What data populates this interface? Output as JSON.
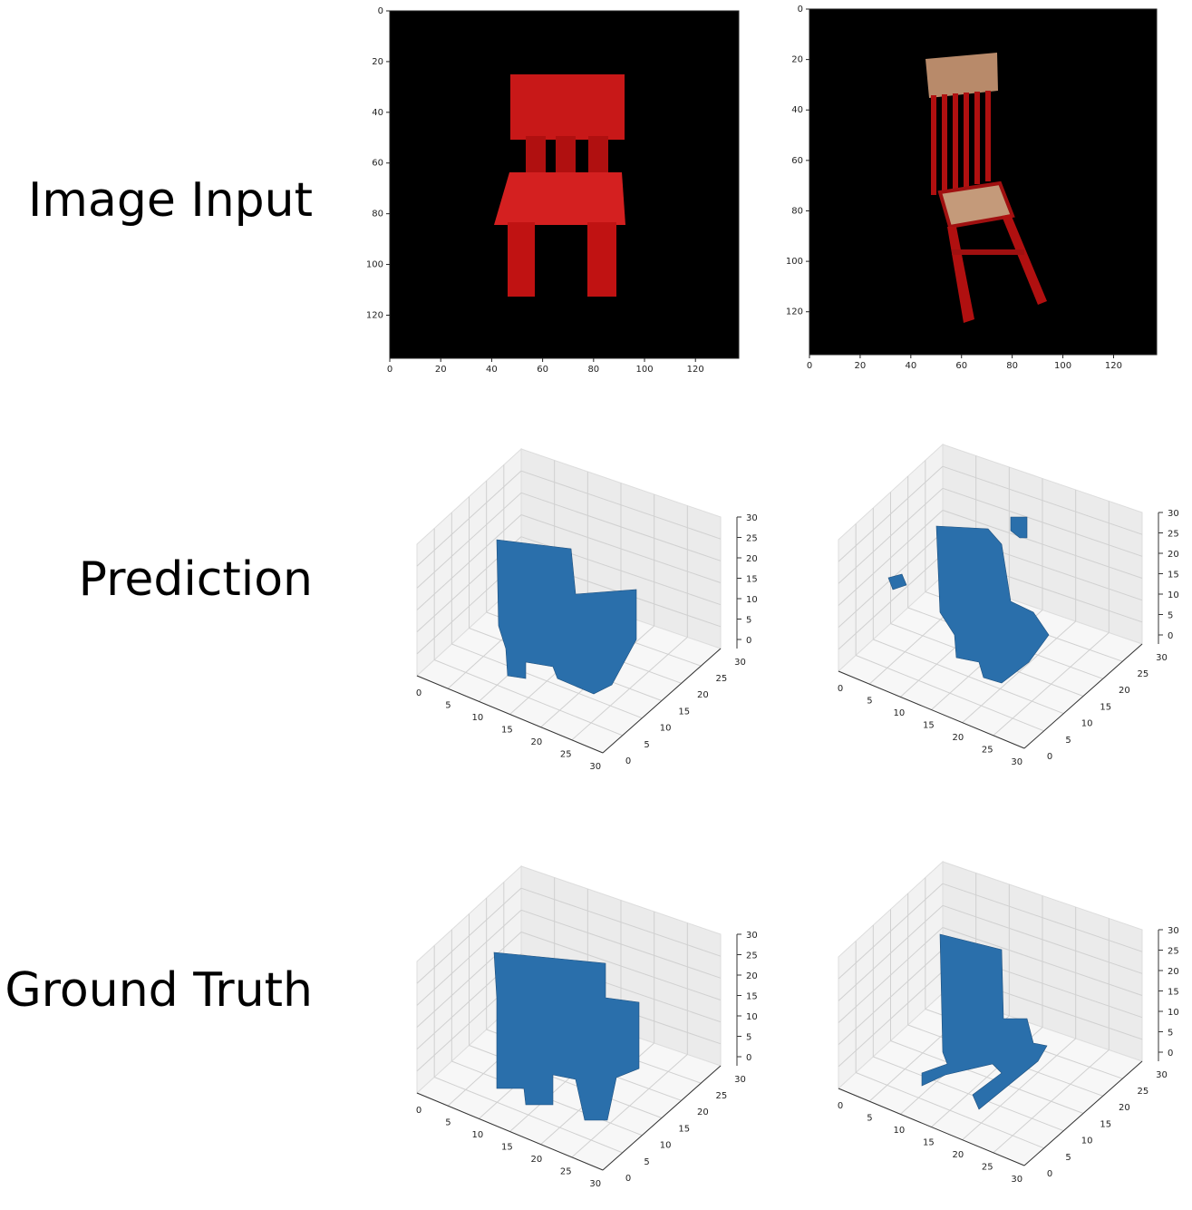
{
  "rows": {
    "image_input": "Image Input",
    "prediction": "Prediction",
    "ground_truth": "Ground Truth"
  },
  "image_axes": {
    "ticks": [
      "0",
      "20",
      "40",
      "60",
      "80",
      "100",
      "120"
    ]
  },
  "voxel_axes": {
    "x_ticks": [
      "0",
      "5",
      "10",
      "15",
      "20",
      "25",
      "30"
    ],
    "y_ticks": [
      "0",
      "5",
      "10",
      "15",
      "20",
      "25",
      "30"
    ],
    "z_ticks": [
      "0",
      "5",
      "10",
      "15",
      "20",
      "25",
      "30"
    ]
  },
  "colors": {
    "chair_red": "#cc1010",
    "seat_tan": "#c49a7a",
    "voxel_blue": "#2a6fab",
    "pane_gray": "#f2f2f2"
  }
}
